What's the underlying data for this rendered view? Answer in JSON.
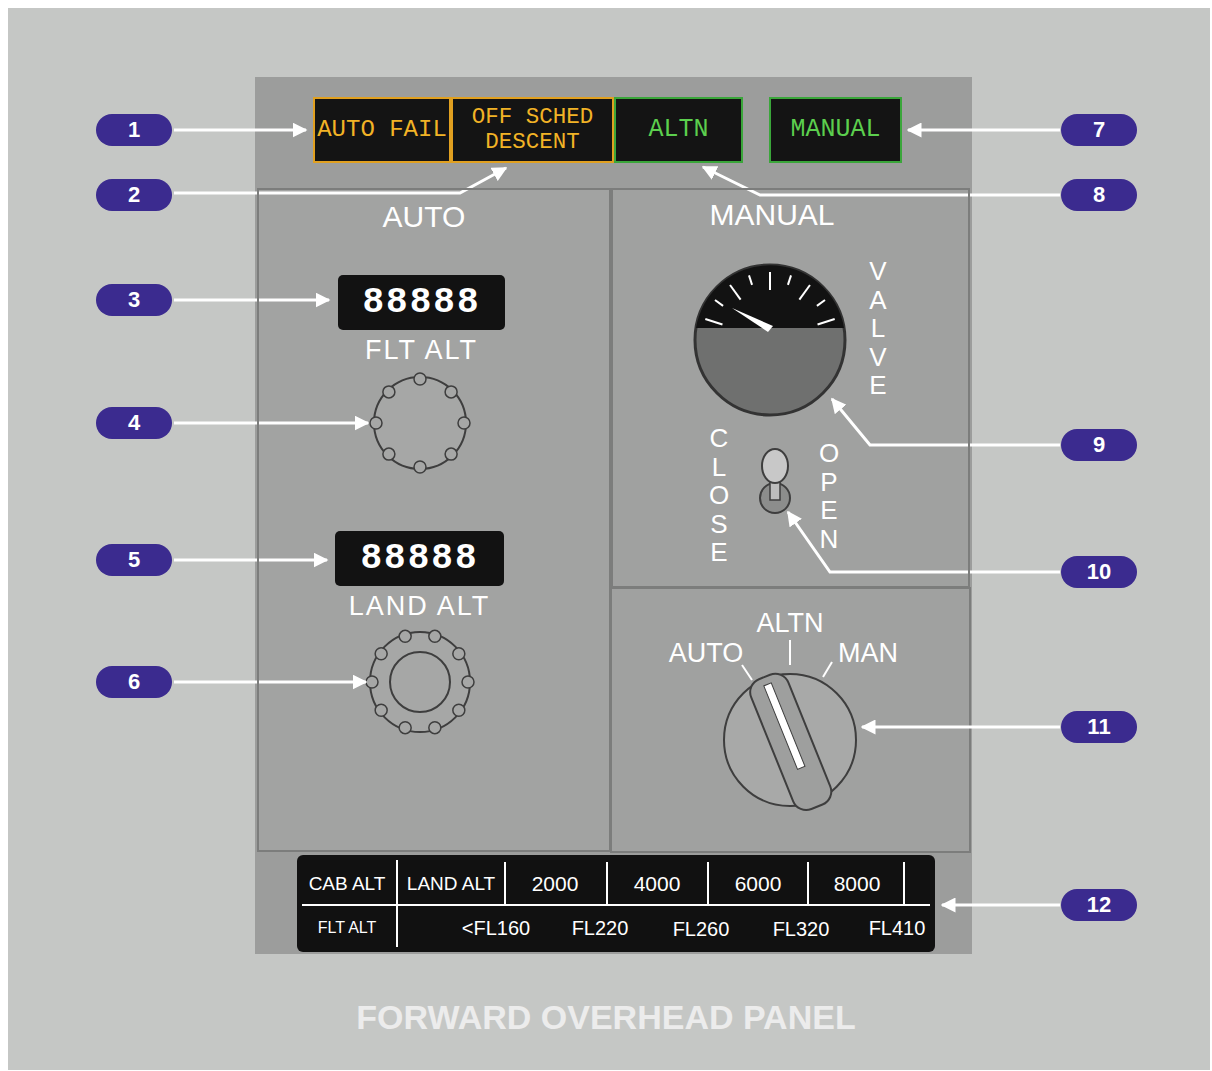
{
  "diagram": {
    "caption": "FORWARD OVERHEAD PANEL",
    "nodes": [
      {
        "text": [
          "AUTO FAIL"
        ]
      },
      {
        "text": [
          "OFF SCHED DESCENT"
        ]
      },
      {
        "text": [
          "ALTN"
        ]
      },
      {
        "text": [
          "MANUAL"
        ]
      },
      {
        "text": [
          "AUTO"
        ]
      },
      {
        "text": [
          "88888",
          "FLT ALT"
        ],
        "in": 4
      },
      {
        "text": [
          "88888",
          "LAND ALT"
        ],
        "in": 4
      },
      {
        "text": [
          "MANUAL"
        ]
      }
    ],
    "labels": [
      "1",
      "2",
      "3",
      "4",
      "5",
      "6",
      "7",
      "8",
      "9",
      "10",
      "11",
      "12",
      "VALVE",
      "CLOSE",
      "OPEN",
      "AUTO",
      "ALTN",
      "MAN",
      "CAB ALT",
      "LAND ALT",
      "2000",
      "4000",
      "6000",
      "8000",
      "FLT ALT",
      "<FL160",
      "FL220",
      "FL260",
      "FL320",
      "FL410"
    ]
  }
}
